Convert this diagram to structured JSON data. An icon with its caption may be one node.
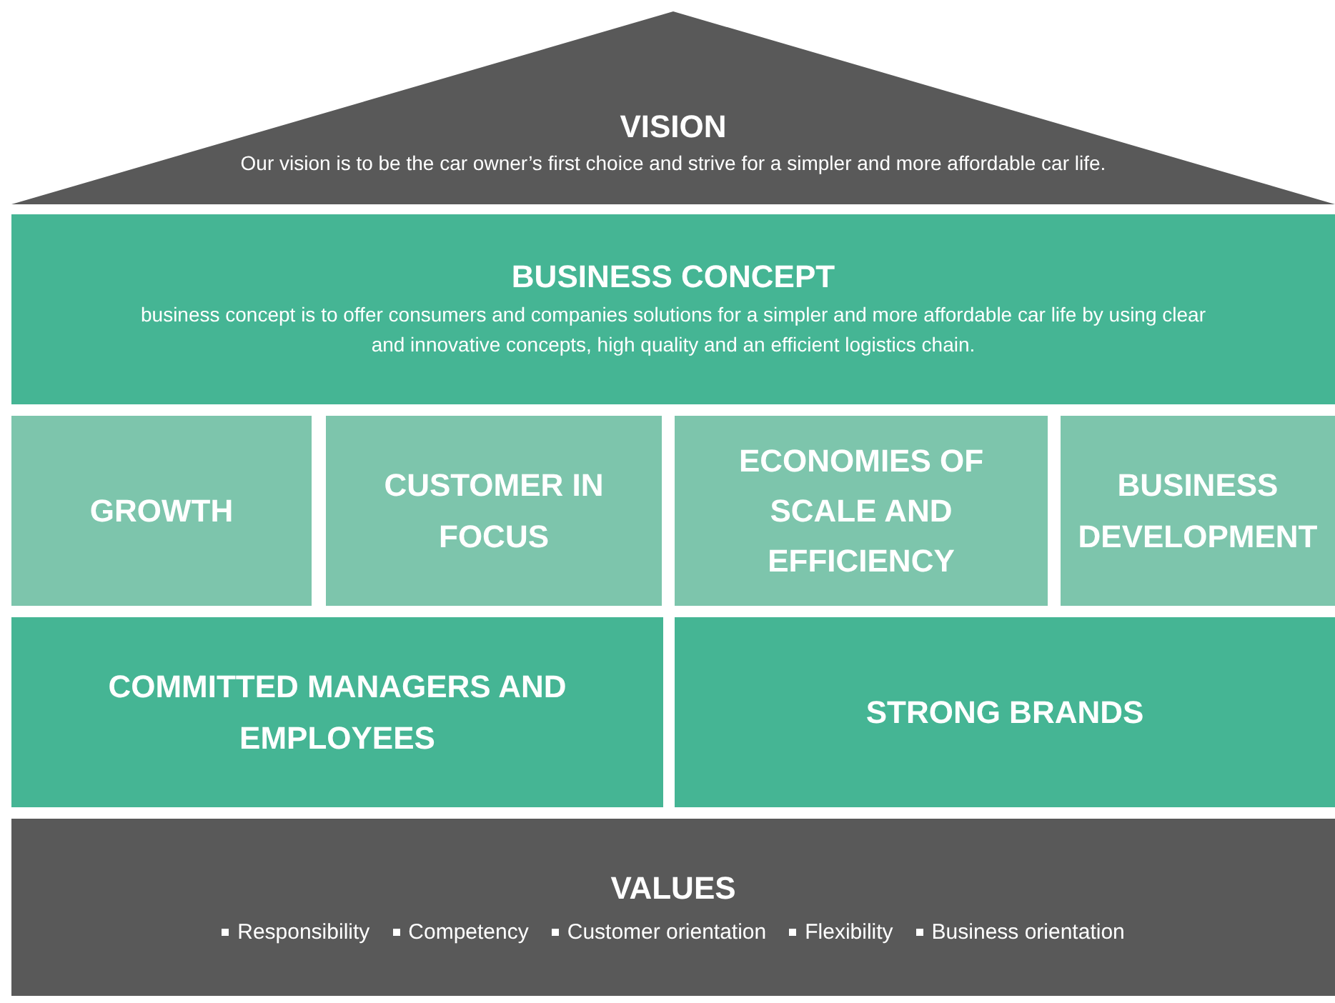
{
  "diagram": {
    "nodes": [
      {
        "text": [
          "VISION",
          "Our vision is to be the car owner’s first choice and strive for a simpler and more affordable car life."
        ]
      },
      {
        "text": [
          "BUSINESS CONCEPT",
          "business concept is to offer consumers and companies solutions for a simpler and more affordable car life by using clear and innovative concepts, high quality and an efficient logistics chain."
        ]
      },
      {
        "text": [
          "GROWTH"
        ]
      },
      {
        "text": [
          "CUSTOMER IN FOCUS"
        ]
      },
      {
        "text": [
          "ECONOMIES OF SCALE AND EFFICIENCY"
        ]
      },
      {
        "text": [
          "BUSINESS DEVELOPMENT"
        ]
      },
      {
        "text": [
          "COMMITTED MANAGERS AND EMPLOYEES"
        ]
      },
      {
        "text": [
          "STRONG BRANDS"
        ]
      },
      {
        "text": [
          "VALUES",
          "Responsibility",
          "Competency",
          "Customer orientation",
          "Flexibility",
          "Business orientation"
        ]
      }
    ]
  }
}
